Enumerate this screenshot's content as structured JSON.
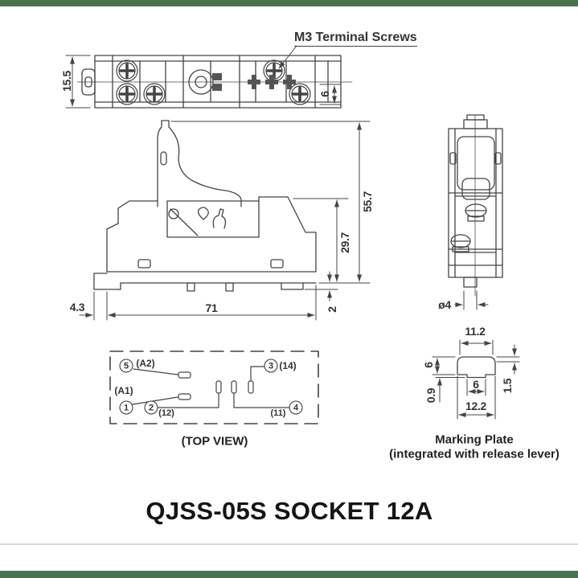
{
  "title": "QJSS-05S SOCKET 12A",
  "colors": {
    "accent_bar": "#4a7150",
    "line": "#444444",
    "divider": "#d8d8d8"
  },
  "annotations": {
    "m3_label": "M3 Terminal Screws",
    "top_view_caption": "(TOP VIEW)",
    "marking_plate_caption_1": "Marking Plate",
    "marking_plate_caption_2": "(integrated with release lever)"
  },
  "dimensions": {
    "top_view_height": "15.5",
    "top_view_screw_offset": "6",
    "side_total_height": "55.7",
    "side_body_height": "29.7",
    "side_left_offset": "4.3",
    "side_width": "71",
    "side_base_thickness": "2",
    "end_hole_diameter": "ø4",
    "plate_top_width": "11.2",
    "plate_height": "6",
    "plate_lip": "1.5",
    "plate_rib_height": "0.9",
    "plate_rib_width": "6",
    "plate_bottom_width": "12.2"
  },
  "terminal_pins": [
    {
      "number": "5",
      "label": "(A2)"
    },
    {
      "number": "1",
      "label": "(A1)"
    },
    {
      "number": "2",
      "label": "(12)"
    },
    {
      "number": "3",
      "label": "(14)"
    },
    {
      "number": "4",
      "label": "(11)"
    }
  ]
}
